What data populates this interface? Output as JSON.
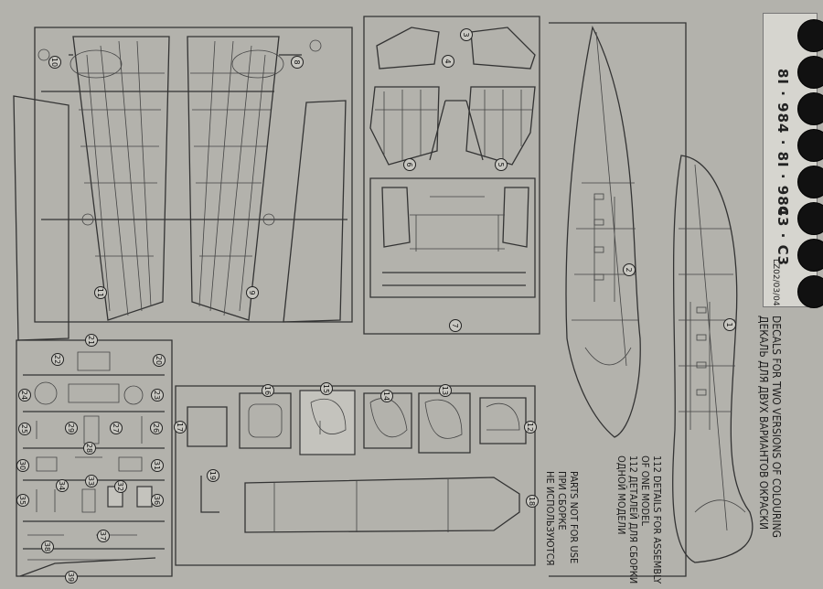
{
  "sheet": {
    "part_numbers": [
      "1",
      "2",
      "3",
      "4",
      "5",
      "6",
      "7",
      "8",
      "9",
      "10",
      "11",
      "12",
      "13",
      "14",
      "15",
      "16",
      "17",
      "18",
      "19",
      "20",
      "21",
      "22",
      "23",
      "24",
      "25",
      "26",
      "27",
      "28",
      "29",
      "30",
      "31",
      "32",
      "33",
      "34",
      "35",
      "36",
      "37",
      "38",
      "39"
    ],
    "decal_codes": [
      "8I·984",
      "8I·984",
      "C3",
      "C3"
    ],
    "decal_code_line_1": "8I · 984 · 8I · 984",
    "decal_code_line_2": "C3 · C3",
    "decal_ref": "LZ02/03/04",
    "decals_note_en": "DECALS FOR TWO VERSIONS OF COLOURING",
    "decals_note_ru": "ДЕКАЛЬ ДЛЯ ДВУХ ВАРИАНТОВ ОКРАСКИ",
    "details_note_en_1": "112 DETAILS FOR ASSEMBLY",
    "details_note_en_2": "OF ONE MODEL",
    "details_note_ru_1": "112 ДЕТАЛЕЙ ДЛЯ СБОРКИ",
    "details_note_ru_2": "ОДНОЙ МОДЕЛИ",
    "parts_not_used_en": "PARTS NOT FOR USE",
    "parts_not_used_ru_1": "ПРИ СБОРКЕ",
    "parts_not_used_ru_2": "НЕ ИСПОЛЬЗУЮТСЯ",
    "colors": {
      "paper": "#b3b2ac",
      "ink": "#222222",
      "decal_black": "#111111",
      "unused_part": "#a9a8a2"
    }
  }
}
